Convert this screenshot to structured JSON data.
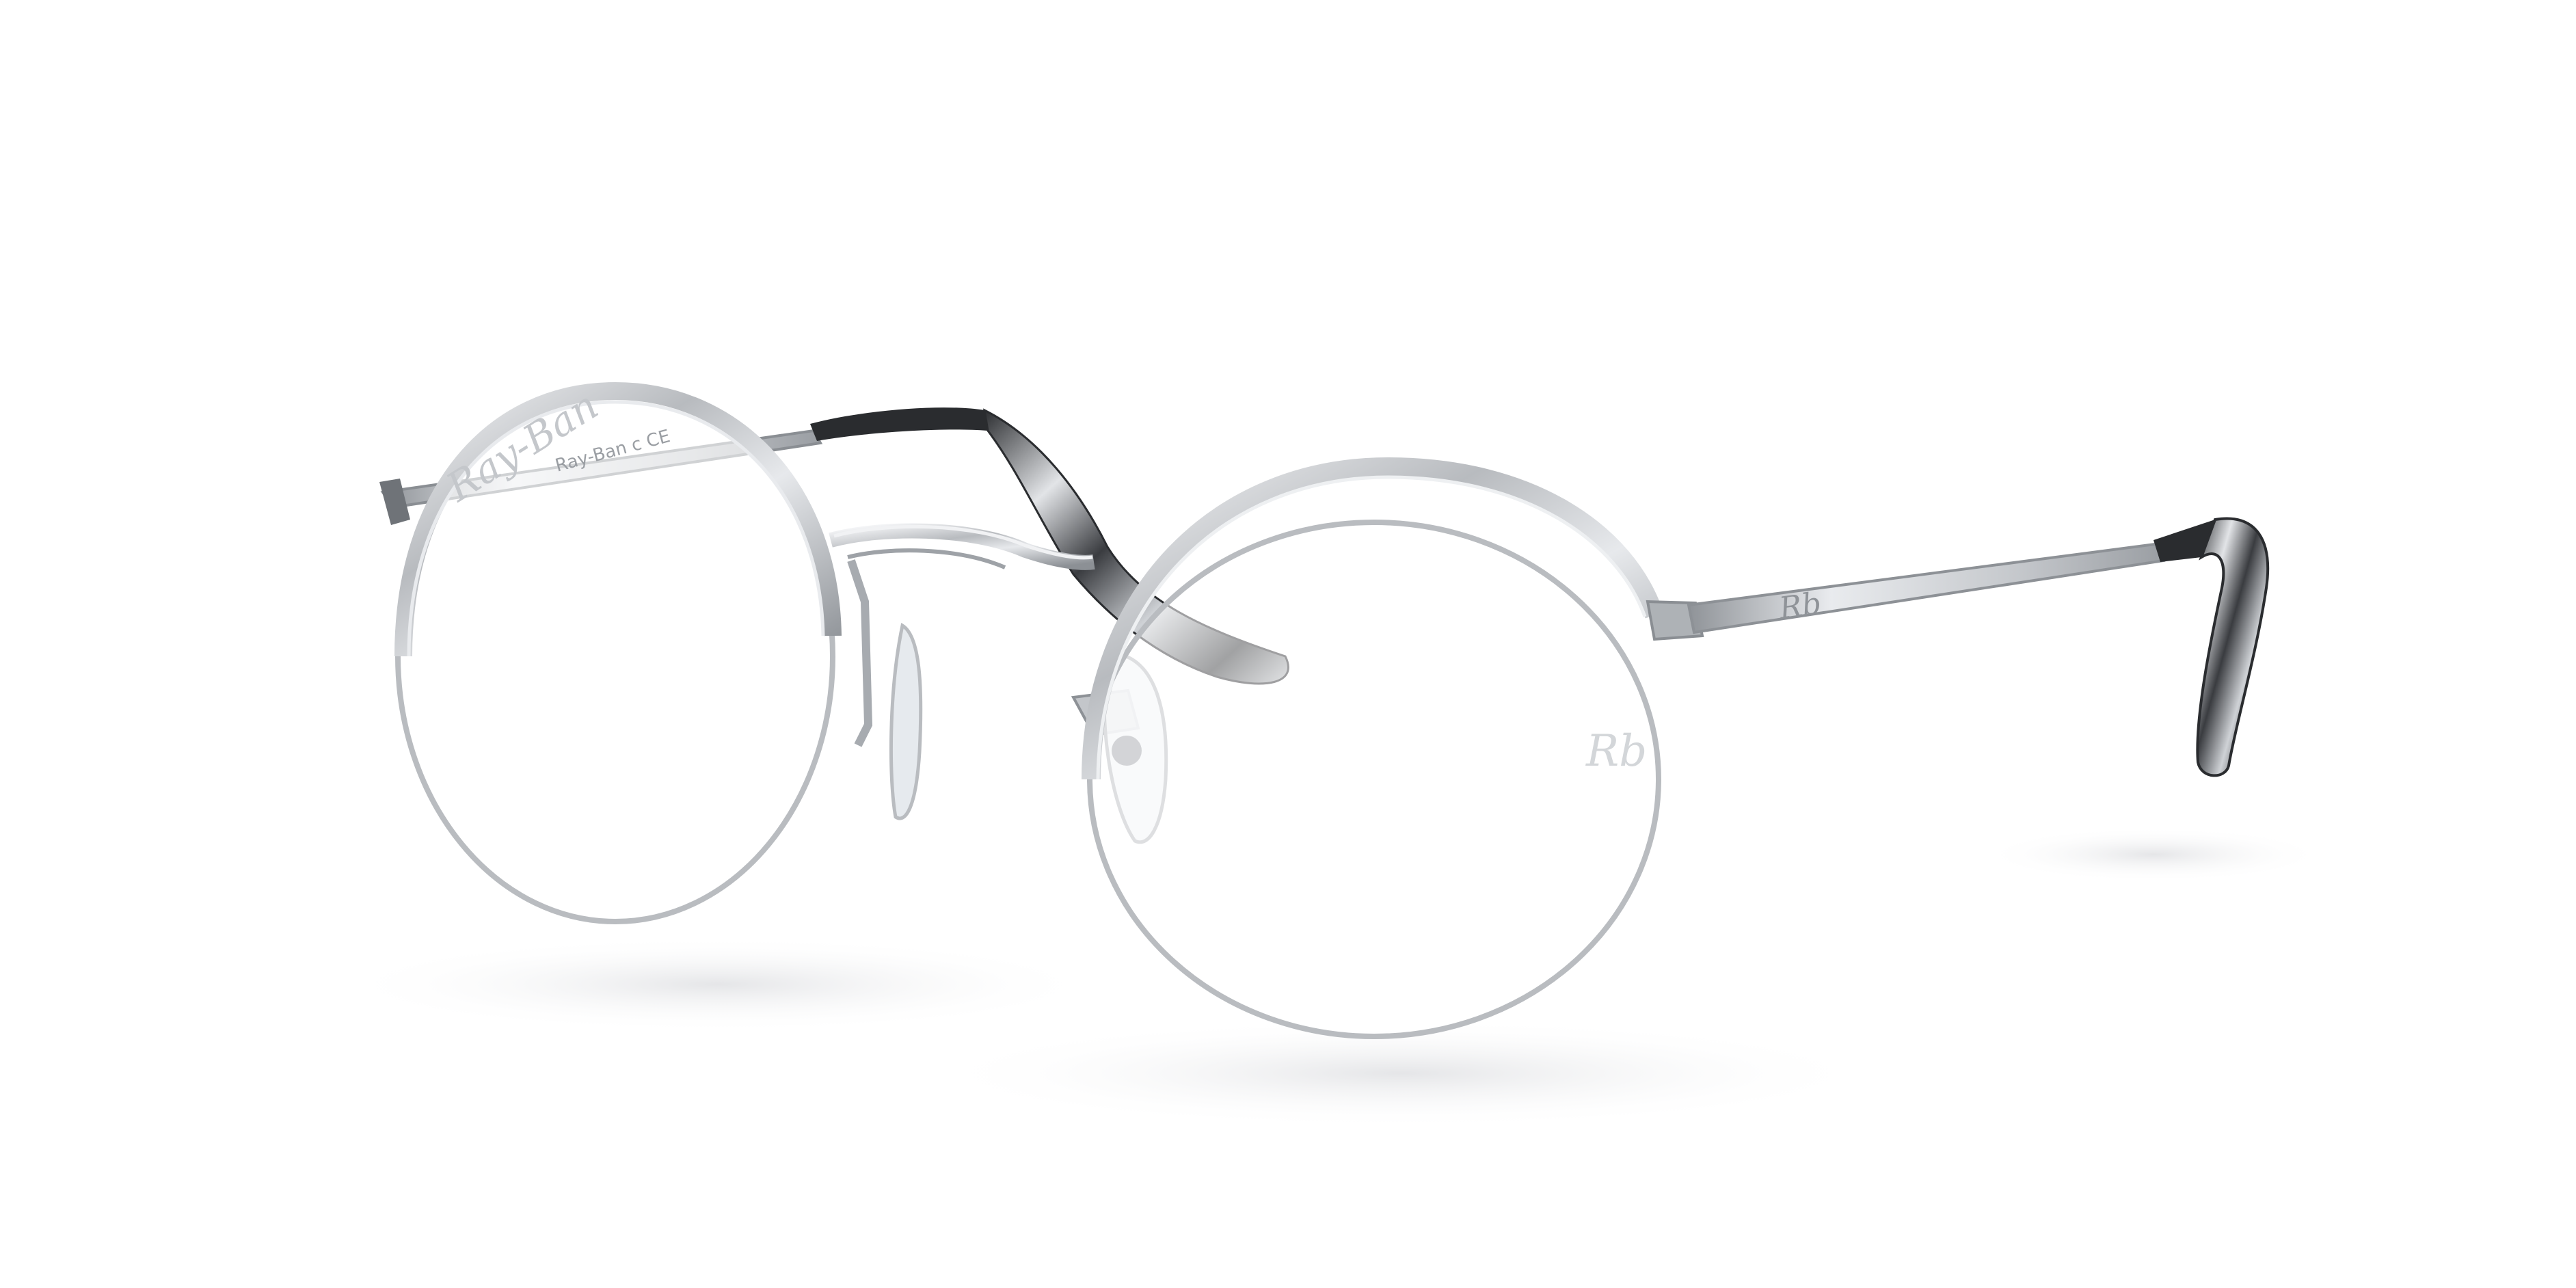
{
  "image": {
    "subject": "round half-rim eyeglasses",
    "background_color": "#ffffff"
  },
  "logos": {
    "left_temple_script": "Ray-Ban",
    "left_temple_marks": "Ray-Ban c CE",
    "right_lens_monogram": "RB",
    "right_hinge_monogram": "RB"
  },
  "colors": {
    "frame_silver": "#b9bcc0",
    "frame_highlight": "#eef0f2",
    "frame_shadow": "#7f8388",
    "temple_tip_black": "#2a2c2f",
    "temple_tip_tortoise_light": "#d9dbde",
    "nose_pad_clear": "#e6eaee",
    "drop_shadow": "#e9eaec"
  }
}
